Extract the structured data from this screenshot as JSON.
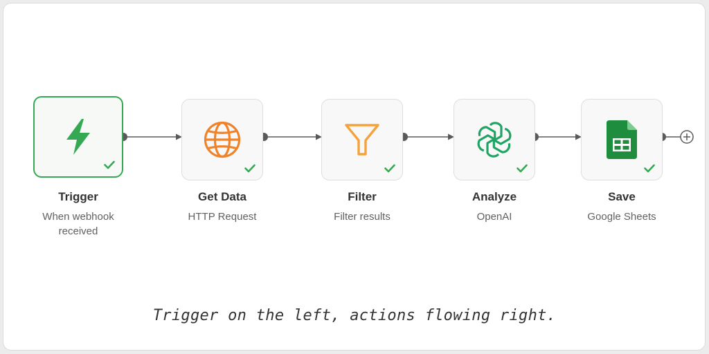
{
  "nodes": [
    {
      "title": "Trigger",
      "subtitle": "When webhook received",
      "icon": "lightning-icon",
      "status": "success"
    },
    {
      "title": "Get Data",
      "subtitle": "HTTP Request",
      "icon": "globe-icon",
      "status": "success"
    },
    {
      "title": "Filter",
      "subtitle": "Filter results",
      "icon": "funnel-icon",
      "status": "success"
    },
    {
      "title": "Analyze",
      "subtitle": "OpenAI",
      "icon": "openai-icon",
      "status": "success"
    },
    {
      "title": "Save",
      "subtitle": "Google Sheets",
      "icon": "google-sheets-icon",
      "status": "success"
    }
  ],
  "caption": "Trigger on the left, actions flowing right.",
  "colors": {
    "trigger_green": "#34a853",
    "http_orange": "#f0832a",
    "filter_orange": "#f5a23a",
    "openai_green": "#1fa463",
    "sheets_green": "#1e8e3e",
    "connector": "#5a5a5a"
  }
}
